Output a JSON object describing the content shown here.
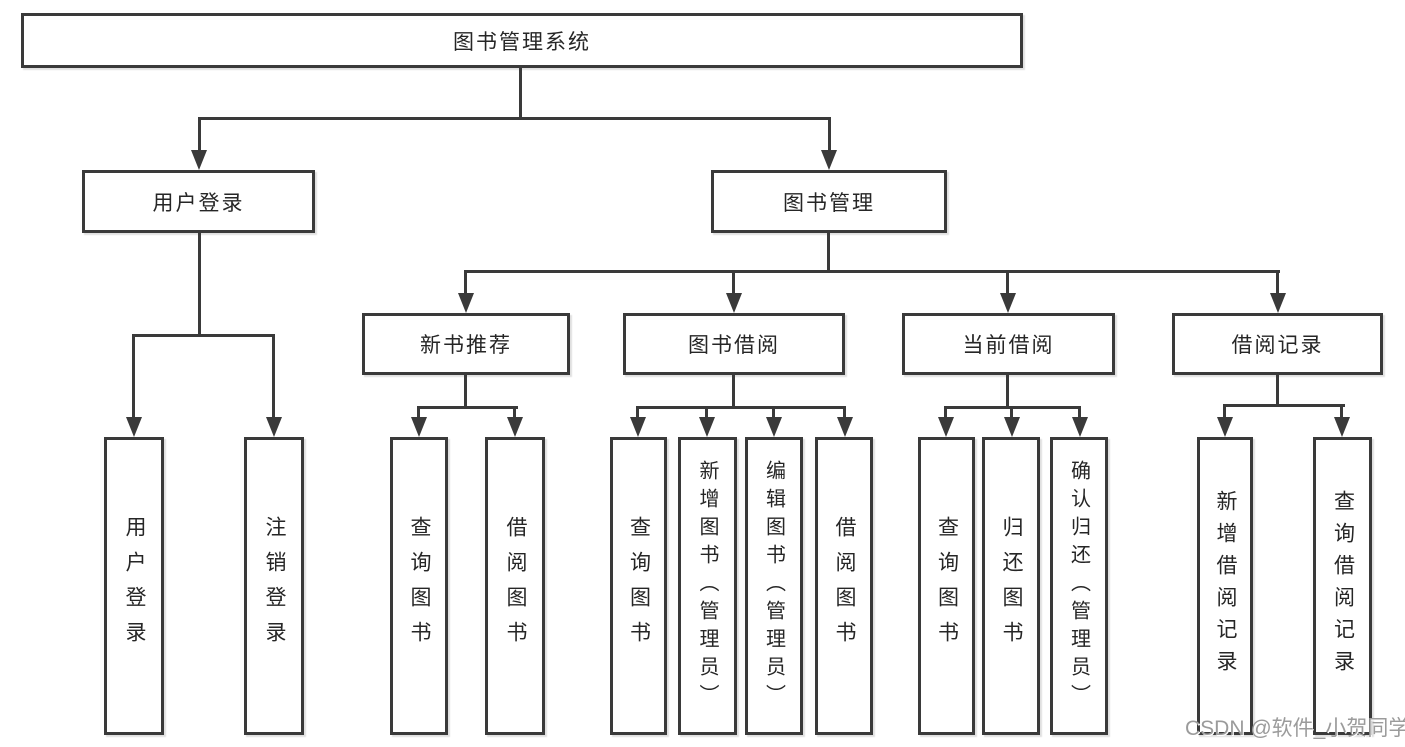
{
  "colors": {
    "line": "#3a3a3a",
    "text": "#262626",
    "watermark": "#9b9b9b",
    "background": "#ffffff"
  },
  "watermark": {
    "text": "CSDN @软件_小贺同学"
  },
  "tree": {
    "label": "图书管理系统",
    "children": [
      {
        "label": "用户登录",
        "children": [
          {
            "label": "用户登录"
          },
          {
            "label": "注销登录"
          }
        ]
      },
      {
        "label": "图书管理",
        "children": [
          {
            "label": "新书推荐",
            "children": [
              {
                "label": "查询图书"
              },
              {
                "label": "借阅图书"
              }
            ]
          },
          {
            "label": "图书借阅",
            "children": [
              {
                "label": "查询图书"
              },
              {
                "label": "新增图书（管理员）"
              },
              {
                "label": "编辑图书（管理员）"
              },
              {
                "label": "借阅图书"
              }
            ]
          },
          {
            "label": "当前借阅",
            "children": [
              {
                "label": "查询图书"
              },
              {
                "label": "归还图书"
              },
              {
                "label": "确认归还（管理员）"
              }
            ]
          },
          {
            "label": "借阅记录",
            "children": [
              {
                "label": "新增借阅记录"
              },
              {
                "label": "查询借阅记录"
              }
            ]
          }
        ]
      }
    ]
  }
}
